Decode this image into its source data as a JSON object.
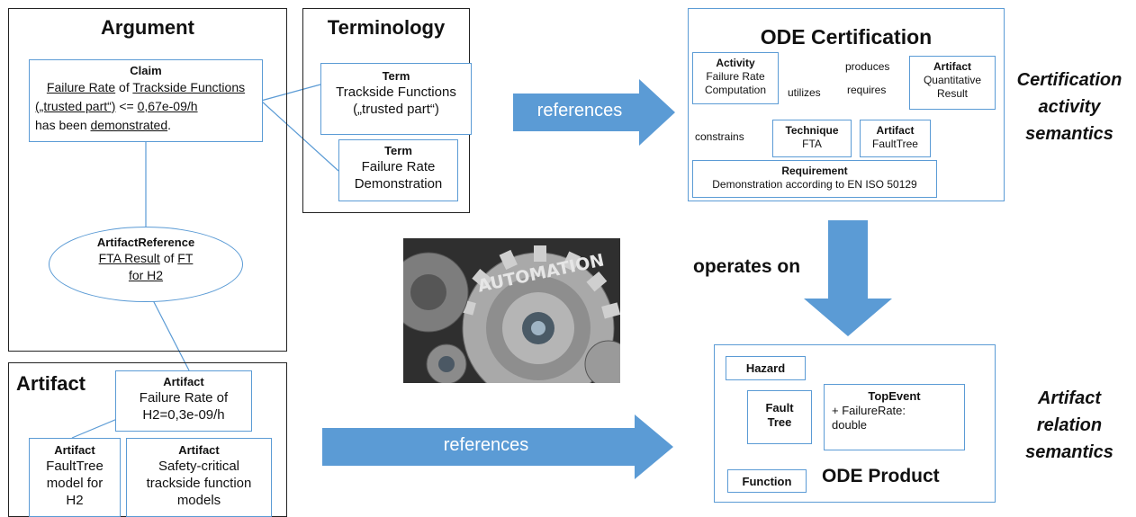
{
  "argument": {
    "title": "Argument",
    "claim": {
      "title": "Claim",
      "line1_a": "Failure Rate",
      "line1_b": " of ",
      "line1_c": "Trackside Functions",
      "line2_a": "(„trusted part“)",
      "line2_b": " <= ",
      "line2_c": "0,67e-09/h",
      "line3_a": "has been ",
      "line3_b": "demonstrated",
      "line3_c": "."
    },
    "artifact_reference": {
      "title": "ArtifactReference",
      "line1_a": "FTA Result",
      "line1_b": " of ",
      "line1_c": "FT",
      "line2": "for H2"
    }
  },
  "terminology": {
    "title": "Terminology",
    "term1": {
      "title": "Term",
      "line1": "Trackside Functions",
      "line2": "(„trusted part“)"
    },
    "term2": {
      "title": "Term",
      "line1": "Failure Rate",
      "line2": "Demonstration"
    }
  },
  "artifact_section": {
    "title": "Artifact",
    "a1": {
      "title": "Artifact",
      "line1": "Failure Rate of",
      "line2": "H2=0,3e-09/h"
    },
    "a2": {
      "title": "Artifact",
      "line1": "FaultTree",
      "line2": "model for",
      "line3": "H2"
    },
    "a3": {
      "title": "Artifact",
      "line1": "Safety-critical",
      "line2": "trackside function",
      "line3": "models"
    }
  },
  "arrows": {
    "top_label": "references",
    "bottom_label": "references",
    "down_label": "operates on"
  },
  "certification": {
    "title": "ODE Certification",
    "activity": {
      "title": "Activity",
      "line1": "Failure Rate",
      "line2": "Computation"
    },
    "artifact_result": {
      "title": "Artifact",
      "line1": "Quantitative",
      "line2": "Result"
    },
    "technique": {
      "title": "Technique",
      "line1": "FTA"
    },
    "artifact_faulttree": {
      "title": "Artifact",
      "line1": "FaultTree"
    },
    "requirement": {
      "title": "Requirement",
      "line1": "Demonstration according to EN ISO 50129"
    },
    "labels": {
      "produces": "produces",
      "utilizes": "utilizes",
      "requires": "requires",
      "constrains": "constrains"
    },
    "side_label": [
      "Certification",
      "activity",
      "semantics"
    ]
  },
  "product": {
    "title": "ODE Product",
    "hazard": "Hazard",
    "fault_tree_1": "Fault",
    "fault_tree_2": "Tree",
    "function": "Function",
    "top_event": {
      "title": "TopEvent",
      "line1": "+ FailureRate:",
      "line2": "double"
    },
    "side_label": [
      "Artifact",
      "relation",
      "semantics"
    ]
  },
  "image": {
    "word": "AUTOMATION"
  },
  "colors": {
    "accent_blue": "#5b9bd5",
    "gear_dark": "#3d3d3d",
    "gear_light": "#b8b8b8"
  }
}
